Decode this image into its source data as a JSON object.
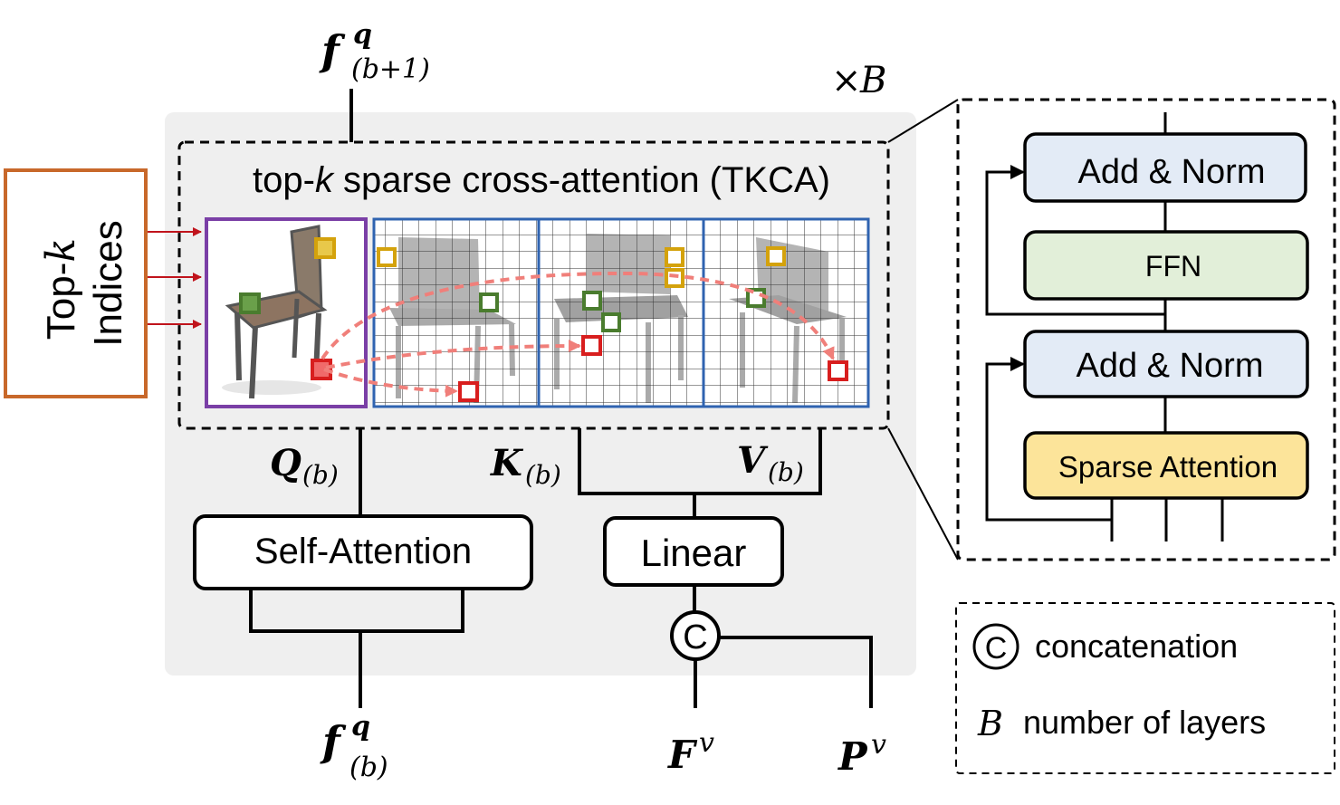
{
  "top_output": {
    "base": "f",
    "sup": "q",
    "sub": "(b+1)"
  },
  "repeat_label": {
    "symbol": "×",
    "var": "B"
  },
  "top_k_box": {
    "line1_prefix": "Top-",
    "line1_var": "k",
    "line2": "Indices"
  },
  "tkca": {
    "title_prefix": "top-",
    "title_var": "k",
    "title_suffix": " sparse cross-attention (TKCA)"
  },
  "inputs": {
    "q": {
      "base": "Q",
      "sub": "(b)"
    },
    "k": {
      "base": "K",
      "sub": "(b)"
    },
    "v": {
      "base": "V",
      "sub": "(b)"
    }
  },
  "self_attention_label": "Self-Attention",
  "linear_label": "Linear",
  "concat_symbol": "C",
  "bottom_inputs": {
    "fq": {
      "base": "f",
      "sup": "q",
      "sub": "(b)"
    },
    "fv": {
      "base": "F",
      "sup": "v"
    },
    "pv": {
      "base": "P",
      "sup": "v"
    }
  },
  "detail_panel": {
    "add_norm_top": "Add & Norm",
    "ffn": "FFN",
    "add_norm_bottom": "Add & Norm",
    "sparse_attention": "Sparse Attention"
  },
  "legend": {
    "concat_symbol": "C",
    "concat_text": "concatenation",
    "layers_var": "B",
    "layers_text": "number of layers"
  },
  "colors": {
    "panel_bg": "#efefef",
    "topk_border": "#c8682a",
    "arrow_red": "#c0141c",
    "query_border": "#7a3fa6",
    "grid_border": "#2f63b0",
    "add_norm_fill": "#e3ebf6",
    "ffn_fill": "#e2efd9",
    "sparse_fill": "#fce49a",
    "patch_yellow": "#d4a20c",
    "patch_green": "#4a7c2e",
    "patch_red": "#d81e1e",
    "dashed_arrow": "#f07f7a"
  }
}
